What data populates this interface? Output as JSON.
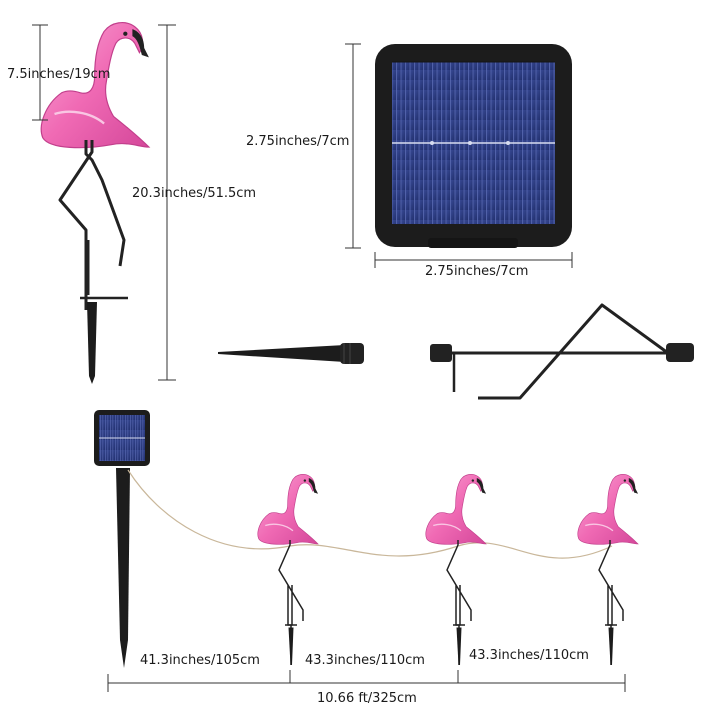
{
  "dimensions": {
    "flamingo_head_height": "7.5inches/19cm",
    "flamingo_total_height": "20.3inches/51.5cm",
    "panel_height": "2.75inches/7cm",
    "panel_width": "2.75inches/7cm",
    "spacing_first": "41.3inches/105cm",
    "spacing_second": "43.3inches/110cm",
    "spacing_third": "43.3inches/110cm",
    "total_length": "10.66 ft/325cm"
  },
  "colors": {
    "flamingo_pink": "#f06ab4",
    "flamingo_light": "#f9a7d6",
    "flamingo_dark": "#d4479a",
    "panel_frame": "#1c1c1c",
    "panel_cell": "#2e3f86",
    "panel_cell_line": "#5868b0",
    "stake": "#222222",
    "wire": "#c9b79a",
    "dimension_line": "#333333"
  },
  "icons": {
    "product": "flamingo-icon",
    "panel": "solar-panel-icon",
    "stake": "ground-stake-icon",
    "leg": "flamingo-leg-icon"
  }
}
